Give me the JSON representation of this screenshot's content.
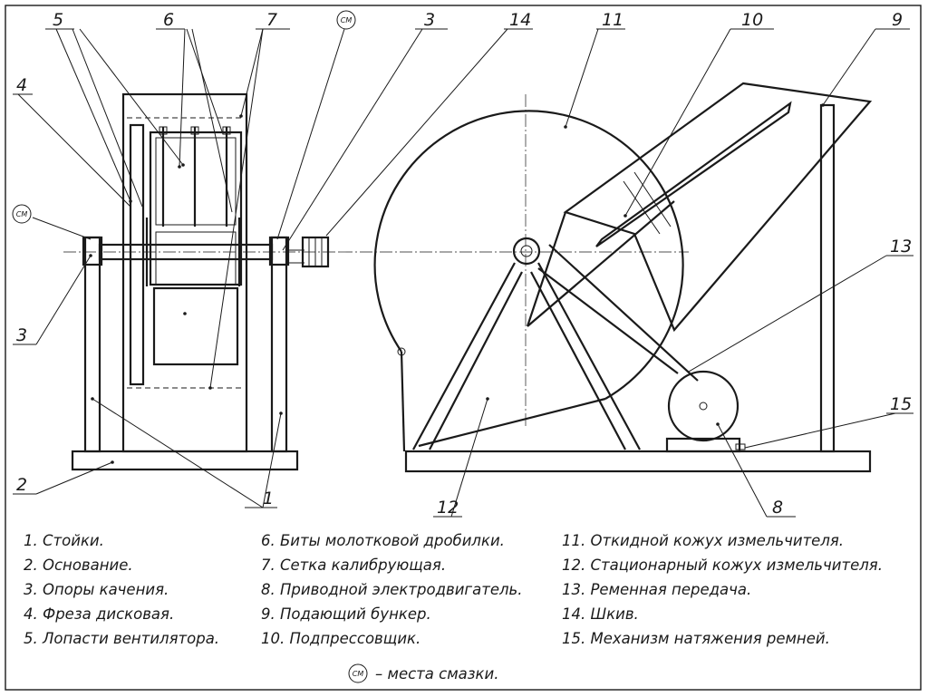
{
  "callouts": {
    "c1": "1",
    "c2": "2",
    "c3a": "3",
    "c3b": "3",
    "c4": "4",
    "c5": "5",
    "c6": "6",
    "c7": "7",
    "c8": "8",
    "c9": "9",
    "c10": "10",
    "c11": "11",
    "c12": "12",
    "c13": "13",
    "c14": "14",
    "c15": "15",
    "cm_left": "СМ",
    "cm_top": "СМ"
  },
  "legend": {
    "col1": [
      "1. Стойки.",
      "2. Основание.",
      "3. Опоры качения.",
      "4. Фреза дисковая.",
      "5. Лопасти вентилятора."
    ],
    "col2": [
      "6. Биты молотковой дробилки.",
      "7. Сетка калибрующая.",
      "8. Приводной электродвигатель.",
      "9. Подающий бункер.",
      "10. Подпрессовщик."
    ],
    "col3": [
      "11. Откидной кожух измельчителя.",
      "12. Стационарный кожух измельчителя.",
      "13. Ременная передача.",
      "14. Шкив.",
      "15. Механизм натяжения ремней."
    ]
  },
  "note": {
    "symbol": "СМ",
    "text": "– места смазки."
  }
}
